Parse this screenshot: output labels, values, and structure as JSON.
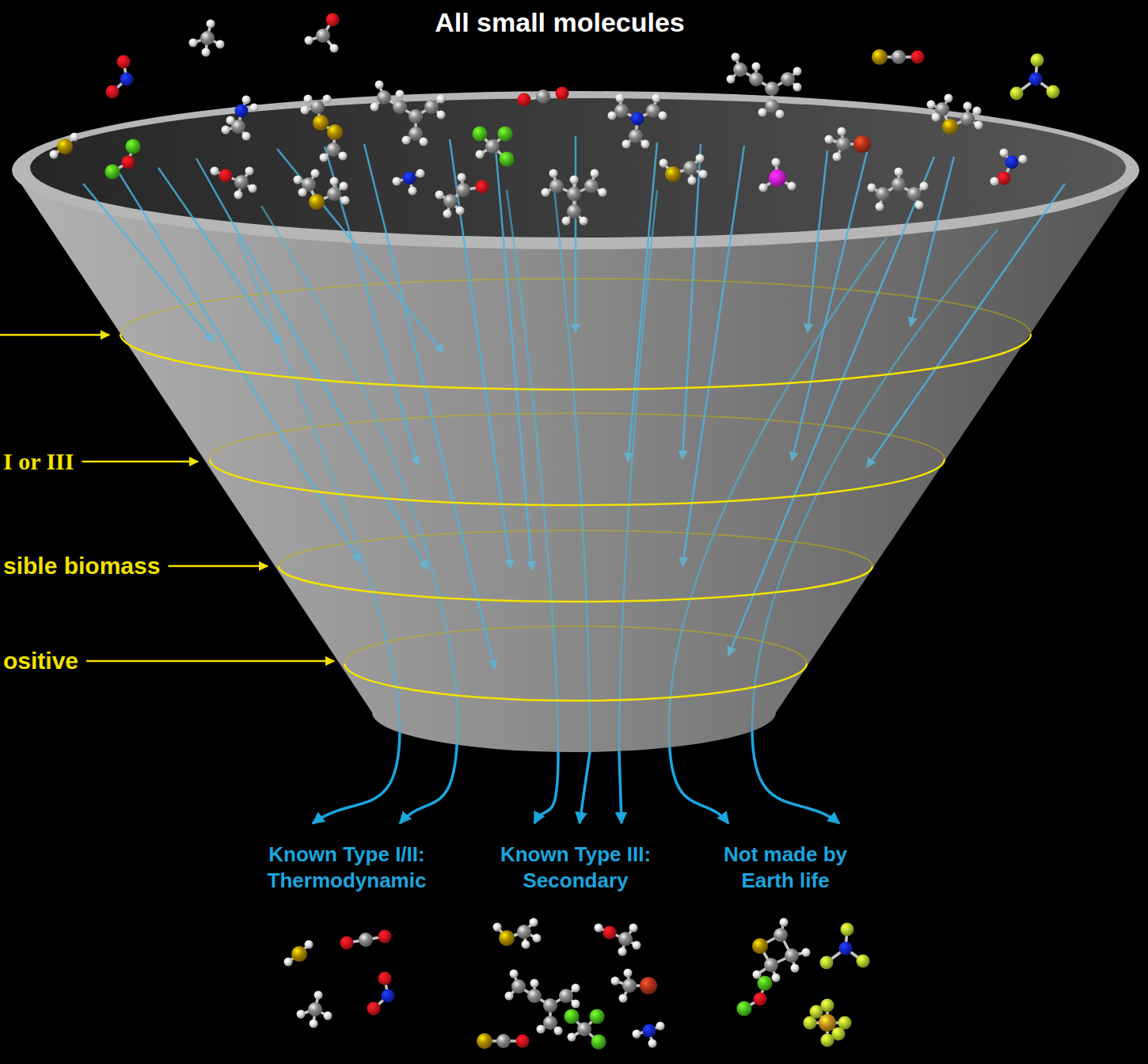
{
  "diagram": {
    "title": "All small molecules",
    "labels": [
      "I or III",
      "sible biomass",
      "ositive",
      "Known Type I/II: Thermodynamic",
      "Known Type III: Secondary",
      "Not made by Earth life"
    ]
  }
}
